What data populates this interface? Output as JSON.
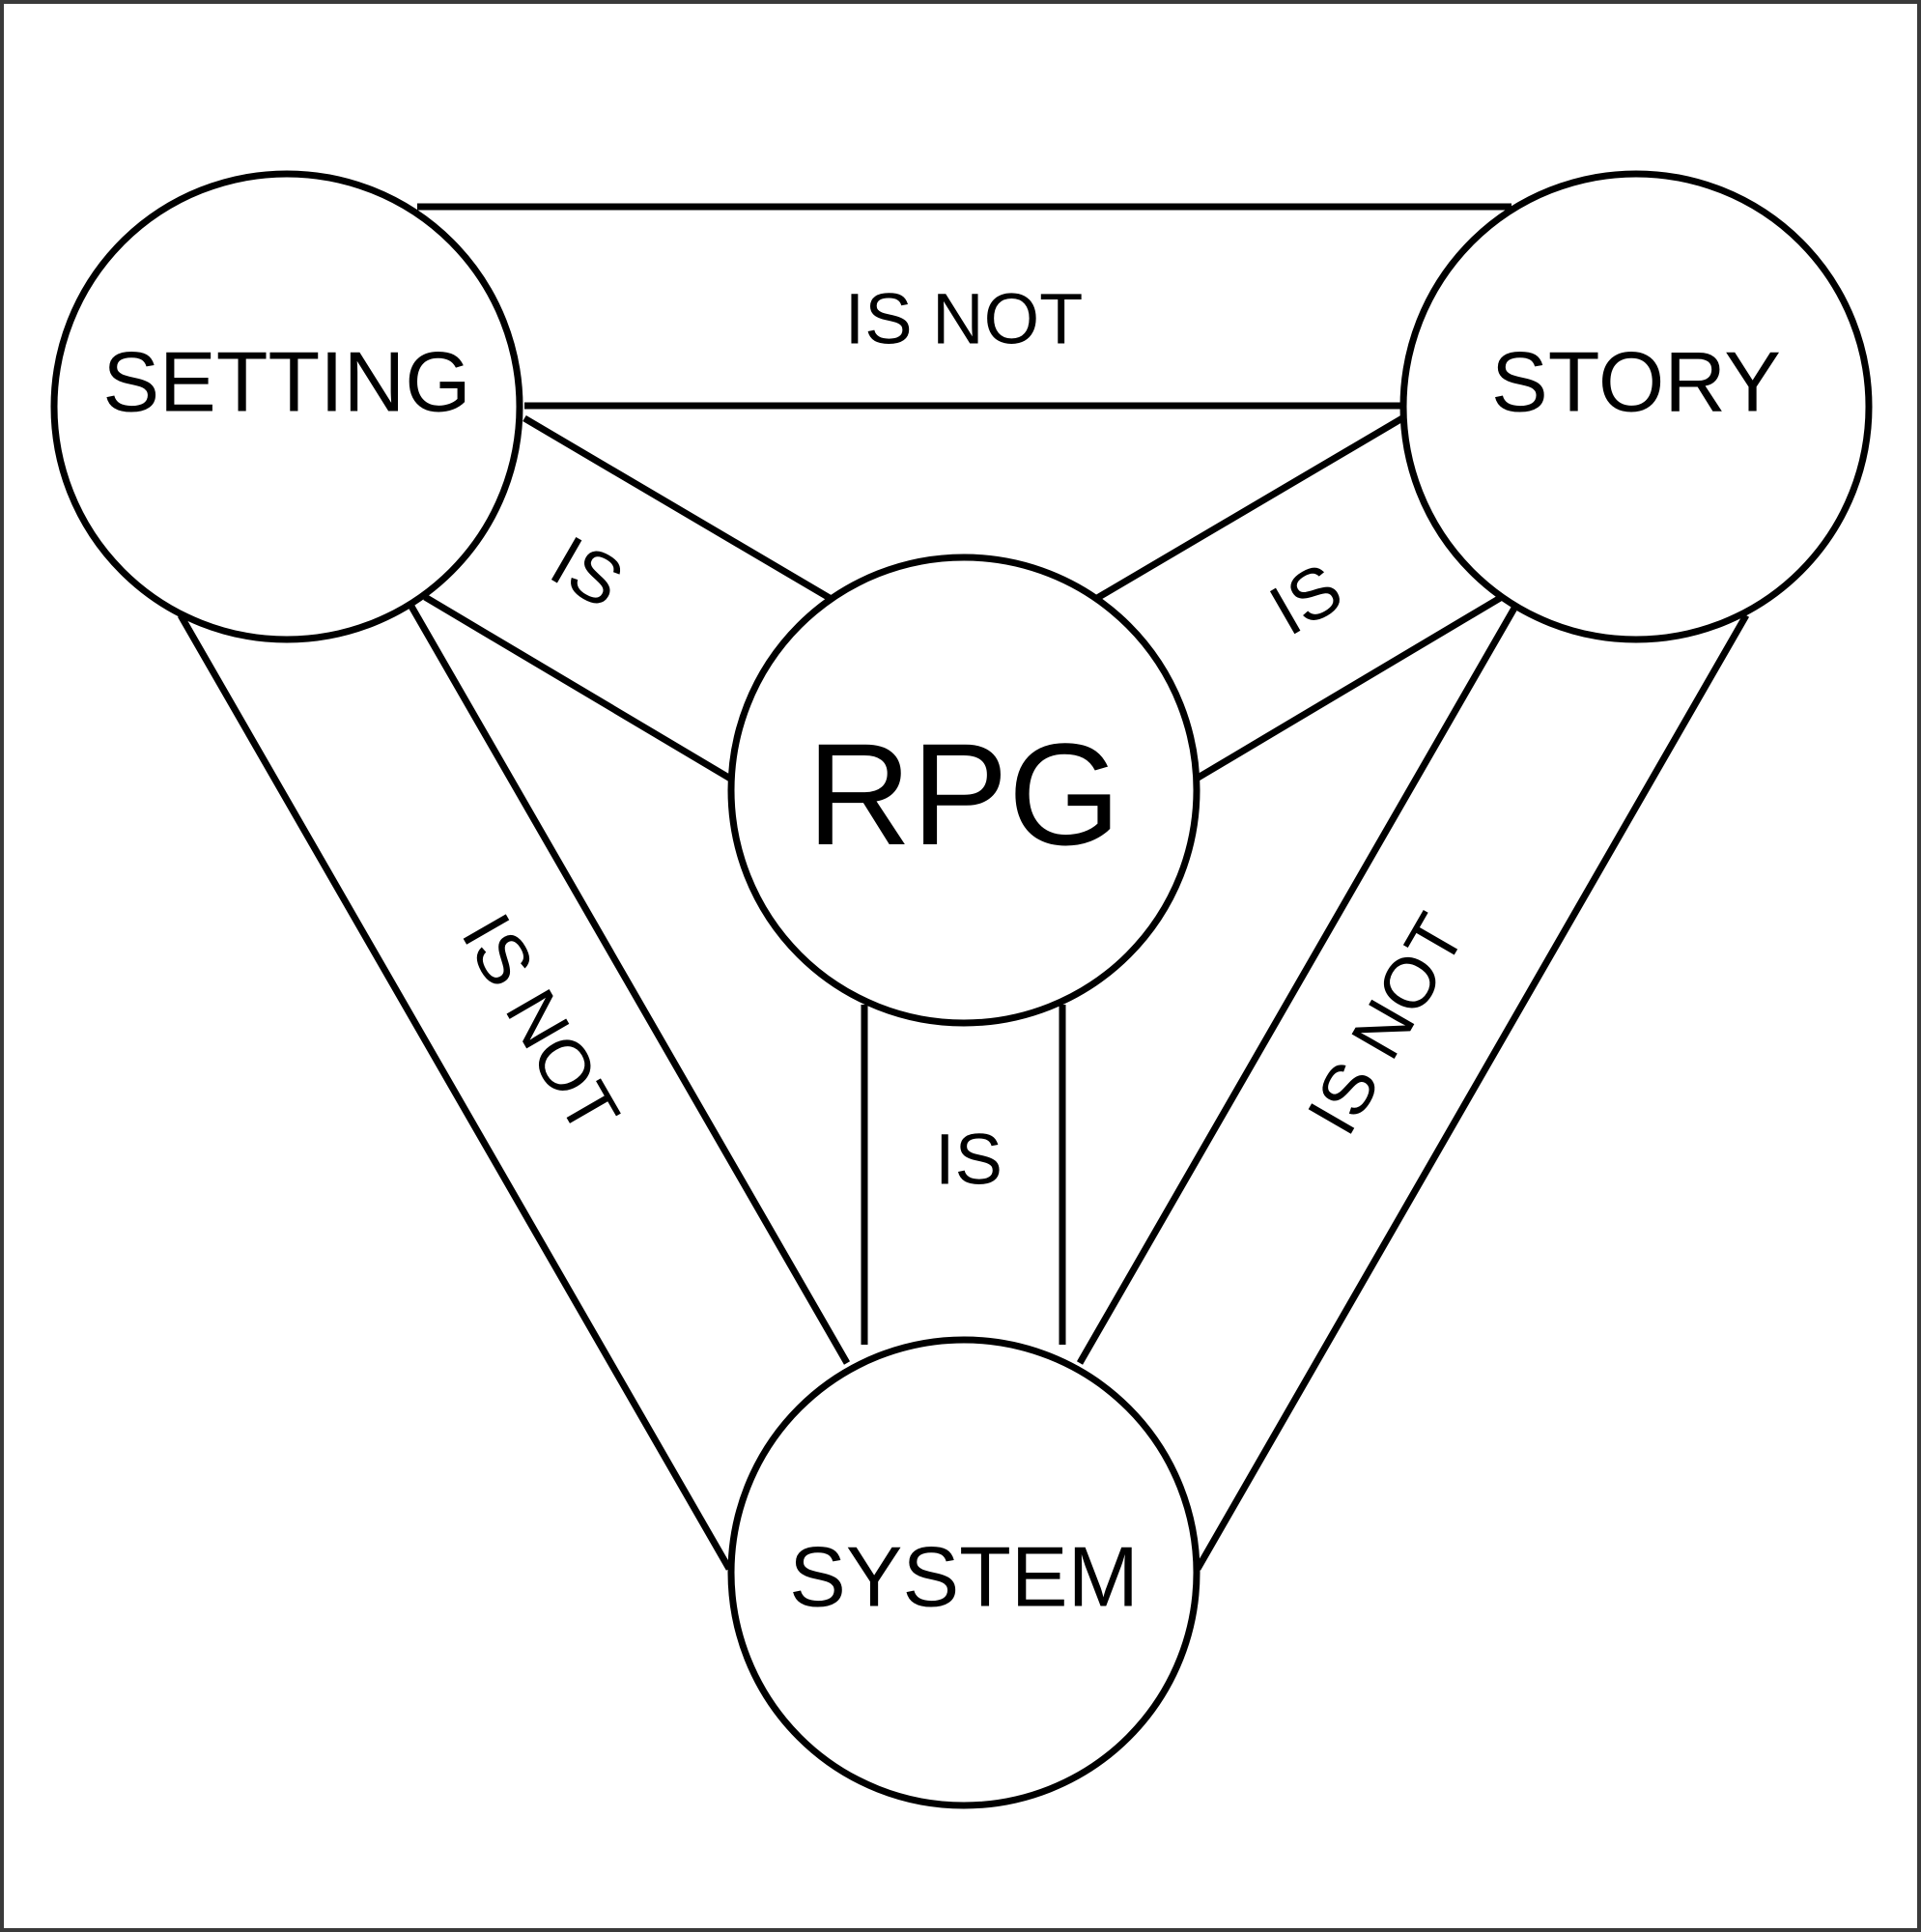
{
  "nodes": {
    "setting": "SETTING",
    "story": "STORY",
    "system": "SYSTEM",
    "rpg": "RPG"
  },
  "edges": {
    "setting_story": "IS NOT",
    "setting_system": "IS NOT",
    "story_system": "IS NOT",
    "setting_rpg": "IS",
    "story_rpg": "IS",
    "system_rpg": "IS"
  },
  "colors": {
    "stroke": "#000000",
    "background": "#ffffff"
  }
}
